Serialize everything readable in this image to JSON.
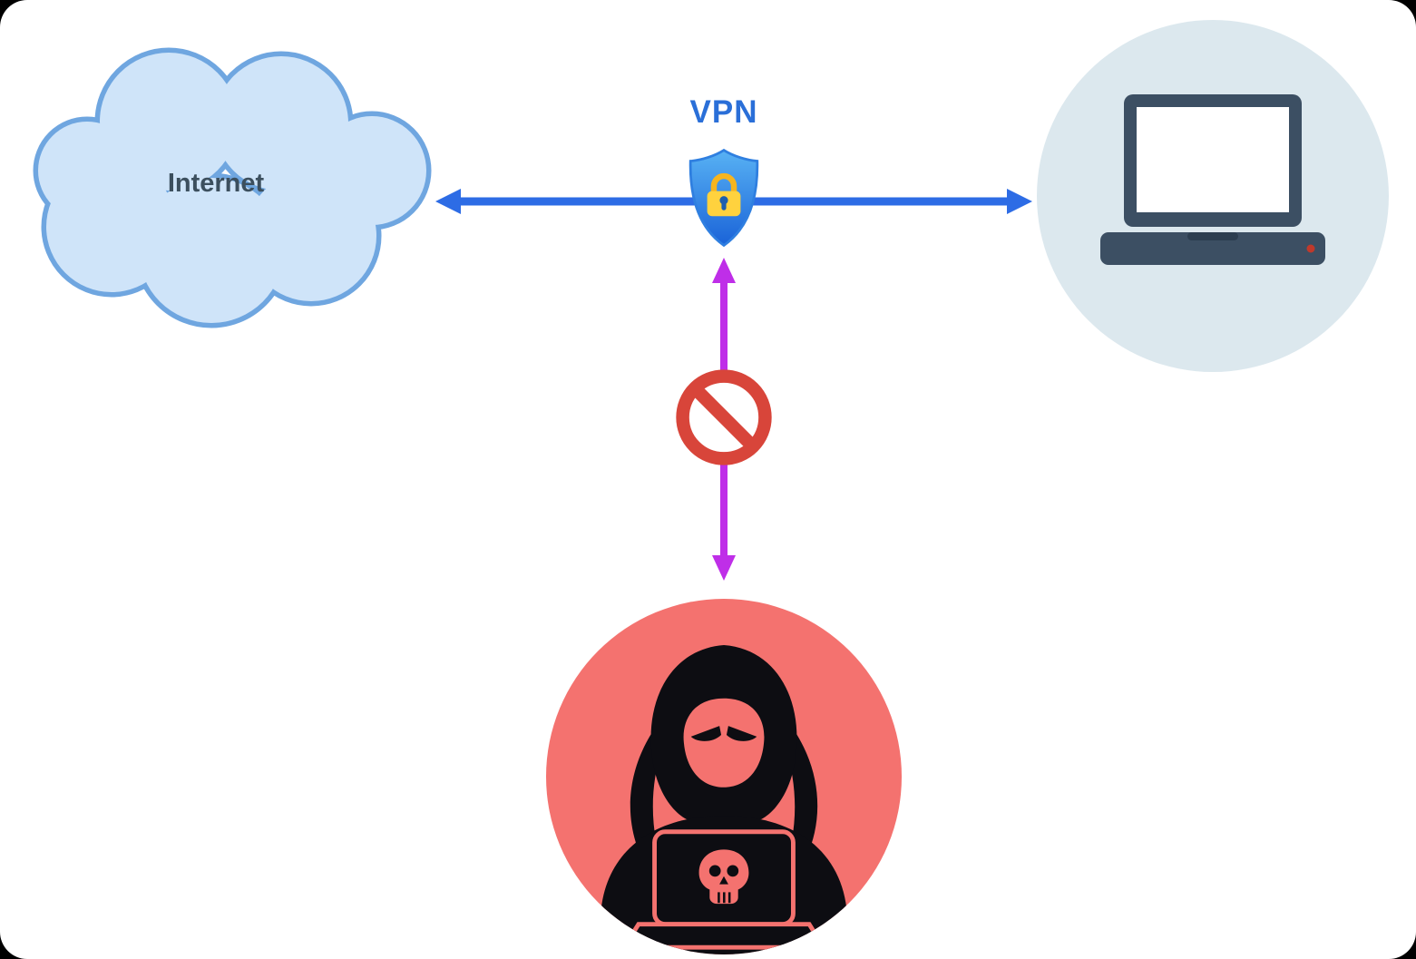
{
  "nodes": {
    "internet_cloud": {
      "label": "Internet",
      "label_color": "#3c4f5e",
      "fill": "#cfe4f9",
      "stroke": "#6fa6e0",
      "icon": "cloud-shape"
    },
    "vpn_shield": {
      "label": "VPN",
      "label_color": "#2a6fd8",
      "shield_gradient_top": "#58b2f4",
      "shield_gradient_bottom": "#1a63d8",
      "lock_body_color": "#ffd23e",
      "lock_shackle_color": "#f6b51f",
      "icon": "shield-lock-icon"
    },
    "client_device": {
      "circle_fill": "#dce8ee",
      "laptop_body_color": "#3c4f63",
      "screen_color": "#ffffff",
      "power_dot_color": "#c0392b",
      "icon": "laptop-icon"
    },
    "attacker": {
      "circle_fill": "#f4726f",
      "figure_color": "#0d0d12",
      "icon": "hooded-hacker-laptop-skull-icon"
    }
  },
  "connectors": {
    "vpn_tunnel": {
      "color": "#2d6ce5",
      "ends": "double-arrow"
    },
    "blocked_path": {
      "color": "#bf2ee8",
      "ends": "double-arrow"
    }
  },
  "blocked_sign": {
    "ring_color": "#d8453a",
    "fill": "#ffffff",
    "icon": "no-entry-icon"
  }
}
